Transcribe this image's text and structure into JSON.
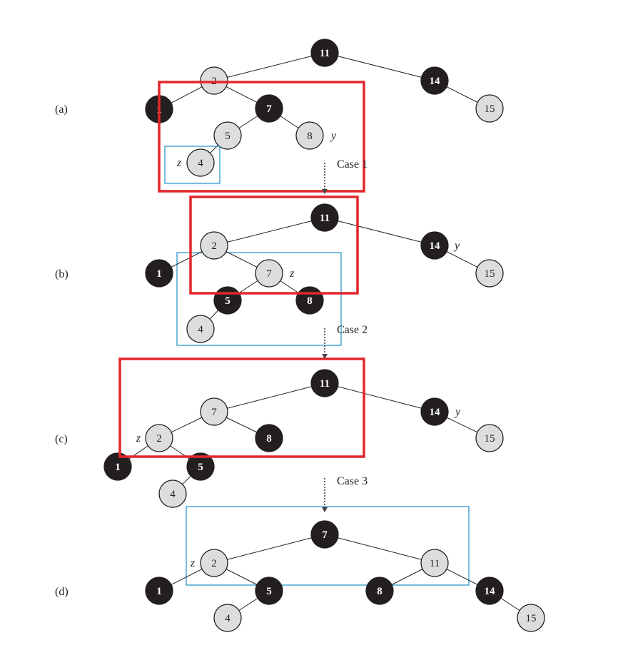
{
  "panels": [
    {
      "id": "a",
      "label": "(a)",
      "nodes": [
        {
          "key": "11",
          "text": "11",
          "color": "black"
        },
        {
          "key": "2",
          "text": "2",
          "color": "gray"
        },
        {
          "key": "14",
          "text": "14",
          "color": "black"
        },
        {
          "key": "1",
          "text": "1",
          "color": "black"
        },
        {
          "key": "7",
          "text": "7",
          "color": "black"
        },
        {
          "key": "15",
          "text": "15",
          "color": "gray"
        },
        {
          "key": "5",
          "text": "5",
          "color": "gray"
        },
        {
          "key": "8",
          "text": "8",
          "color": "gray"
        },
        {
          "key": "4",
          "text": "4",
          "color": "gray"
        }
      ],
      "edges": [
        [
          "11",
          "2"
        ],
        [
          "11",
          "14"
        ],
        [
          "2",
          "1"
        ],
        [
          "2",
          "7"
        ],
        [
          "14",
          "15"
        ],
        [
          "7",
          "5"
        ],
        [
          "7",
          "8"
        ],
        [
          "5",
          "4"
        ]
      ],
      "vars": [
        {
          "node": "4",
          "text": "z"
        },
        {
          "node": "8",
          "text": "y"
        }
      ]
    },
    {
      "id": "b",
      "label": "(b)",
      "nodes": [
        {
          "key": "11",
          "text": "11",
          "color": "black"
        },
        {
          "key": "2",
          "text": "2",
          "color": "gray"
        },
        {
          "key": "14",
          "text": "14",
          "color": "black"
        },
        {
          "key": "1",
          "text": "1",
          "color": "black"
        },
        {
          "key": "7",
          "text": "7",
          "color": "gray"
        },
        {
          "key": "15",
          "text": "15",
          "color": "gray"
        },
        {
          "key": "5",
          "text": "5",
          "color": "black"
        },
        {
          "key": "8",
          "text": "8",
          "color": "black"
        },
        {
          "key": "4",
          "text": "4",
          "color": "gray"
        }
      ],
      "edges": [
        [
          "11",
          "2"
        ],
        [
          "11",
          "14"
        ],
        [
          "2",
          "1"
        ],
        [
          "2",
          "7"
        ],
        [
          "14",
          "15"
        ],
        [
          "7",
          "5"
        ],
        [
          "7",
          "8"
        ],
        [
          "5",
          "4"
        ]
      ],
      "vars": [
        {
          "node": "7",
          "text": "z"
        },
        {
          "node": "14",
          "text": "y"
        }
      ]
    },
    {
      "id": "c",
      "label": "(c)",
      "nodes": [
        {
          "key": "11",
          "text": "11",
          "color": "black"
        },
        {
          "key": "7",
          "text": "7",
          "color": "gray"
        },
        {
          "key": "14",
          "text": "14",
          "color": "black"
        },
        {
          "key": "2",
          "text": "2",
          "color": "gray"
        },
        {
          "key": "8",
          "text": "8",
          "color": "black"
        },
        {
          "key": "15",
          "text": "15",
          "color": "gray"
        },
        {
          "key": "1",
          "text": "1",
          "color": "black"
        },
        {
          "key": "5",
          "text": "5",
          "color": "black"
        },
        {
          "key": "4",
          "text": "4",
          "color": "gray"
        }
      ],
      "edges": [
        [
          "11",
          "7"
        ],
        [
          "11",
          "14"
        ],
        [
          "7",
          "2"
        ],
        [
          "7",
          "8"
        ],
        [
          "14",
          "15"
        ],
        [
          "2",
          "1"
        ],
        [
          "2",
          "5"
        ],
        [
          "5",
          "4"
        ]
      ],
      "vars": [
        {
          "node": "2",
          "text": "z"
        },
        {
          "node": "14",
          "text": "y"
        }
      ]
    },
    {
      "id": "d",
      "label": "(d)",
      "nodes": [
        {
          "key": "7",
          "text": "7",
          "color": "black"
        },
        {
          "key": "2",
          "text": "2",
          "color": "gray"
        },
        {
          "key": "11",
          "text": "11",
          "color": "gray"
        },
        {
          "key": "1",
          "text": "1",
          "color": "black"
        },
        {
          "key": "5",
          "text": "5",
          "color": "black"
        },
        {
          "key": "8",
          "text": "8",
          "color": "black"
        },
        {
          "key": "14",
          "text": "14",
          "color": "black"
        },
        {
          "key": "4",
          "text": "4",
          "color": "gray"
        },
        {
          "key": "15",
          "text": "15",
          "color": "gray"
        }
      ],
      "edges": [
        [
          "7",
          "2"
        ],
        [
          "7",
          "11"
        ],
        [
          "2",
          "1"
        ],
        [
          "2",
          "5"
        ],
        [
          "11",
          "8"
        ],
        [
          "11",
          "14"
        ],
        [
          "5",
          "4"
        ],
        [
          "14",
          "15"
        ]
      ],
      "vars": [
        {
          "node": "2",
          "text": "z"
        }
      ]
    }
  ],
  "transitions": [
    {
      "label": "Case 1"
    },
    {
      "label": "Case 2"
    },
    {
      "label": "Case 3"
    }
  ],
  "colors": {
    "black_node": "#231f20",
    "red_node": "#dcdddd",
    "highlight_box": "#e3262b",
    "focus_box": "#1e90c8"
  }
}
